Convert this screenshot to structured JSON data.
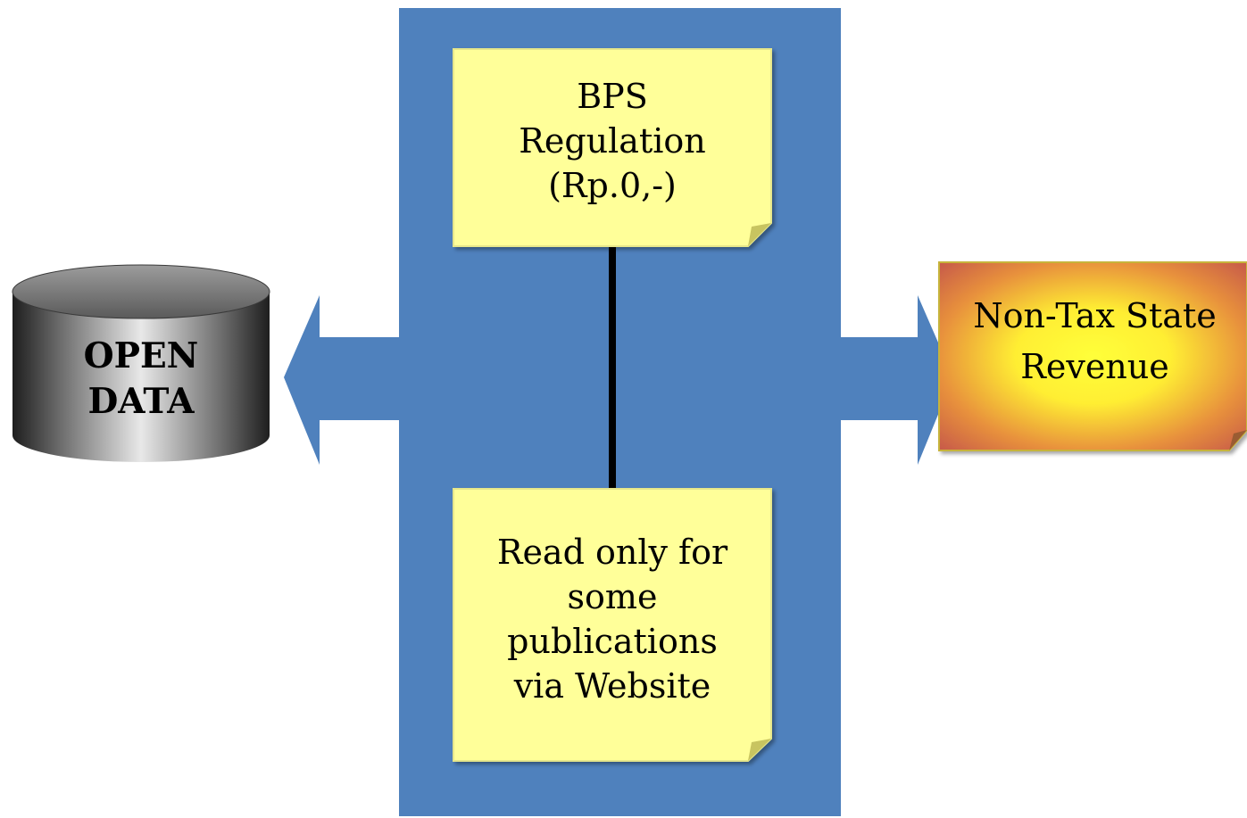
{
  "database": {
    "label_lines": [
      "OPEN",
      "DATA"
    ]
  },
  "note_top": {
    "label_lines": [
      "BPS",
      "Regulation",
      "(Rp.0,-)"
    ]
  },
  "note_bottom": {
    "label_lines": [
      "Read only for",
      "some",
      "publications",
      "via Website"
    ]
  },
  "revenue": {
    "label_lines": [
      "Non-Tax State",
      "Revenue"
    ]
  },
  "colors": {
    "panel_blue": "#4f81bd",
    "note_yellow": "#ffff99",
    "revenue_center": "#ffff33",
    "revenue_edge": "#c0504d",
    "cylinder_dark": "#2b2b2b",
    "cylinder_light": "#e0e0e0",
    "connector": "#000000"
  },
  "icons": {
    "left_arrow": "arrow-left-icon",
    "right_arrow": "arrow-right-icon",
    "database": "database-cylinder-icon"
  }
}
